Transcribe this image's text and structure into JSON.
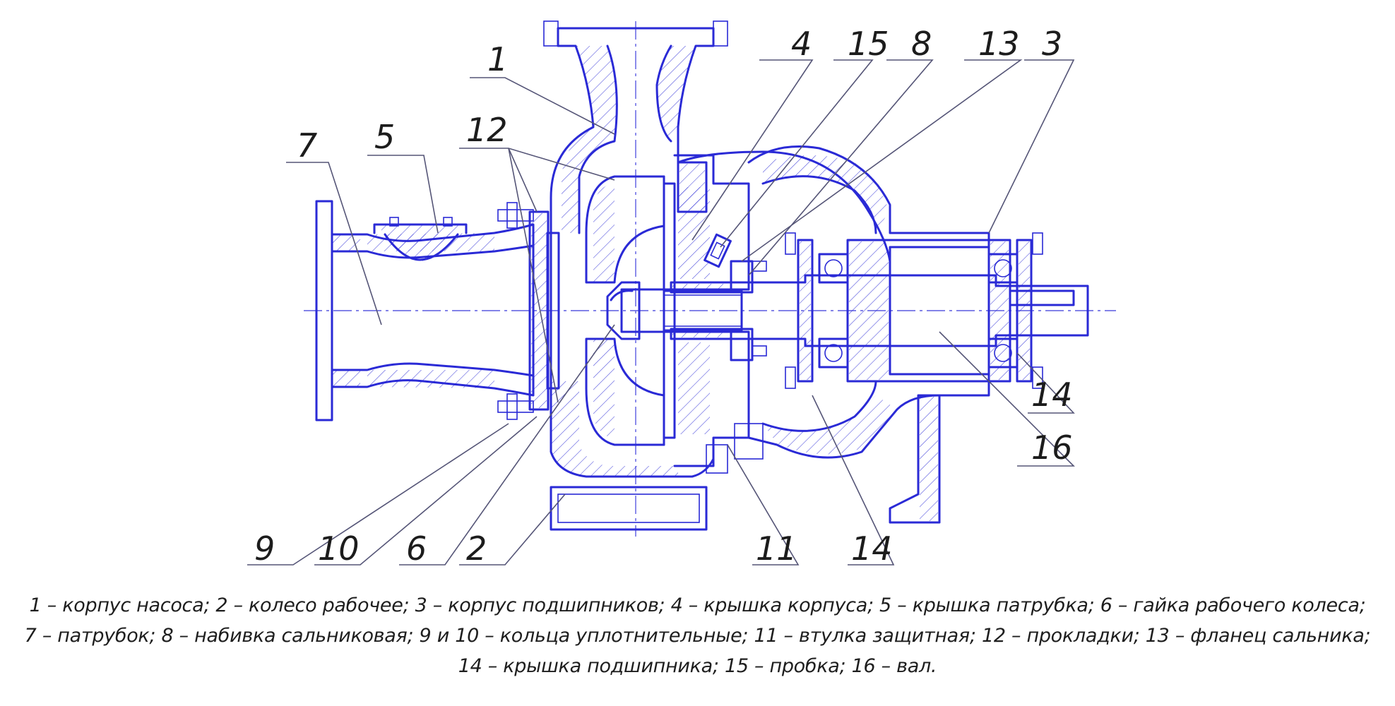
{
  "callouts": {
    "c1": "1",
    "c2": "2",
    "c3": "3",
    "c4": "4",
    "c5": "5",
    "c6": "6",
    "c7": "7",
    "c8": "8",
    "c9": "9",
    "c10": "10",
    "c11": "11",
    "c12": "12",
    "c13": "13",
    "c14a": "14",
    "c14b": "14",
    "c15": "15",
    "c16": "16"
  },
  "legend": {
    "line1": "1 – корпус насоса; 2 – колесо рабочее; 3 – корпус подшипников; 4 – крышка корпуса; 5 – крышка патрубка; 6 – гайка рабочего колеса;",
    "line2": "7 – патрубок; 8 – набивка сальниковая; 9 и 10 – кольца уплотнительные; 11 – втулка защитная; 12 – прокладки; 13 – фланец сальника;",
    "line3": "14 – крышка подшипника; 15 – пробка; 16 – вал."
  },
  "colors": {
    "line": "#2a2ad6",
    "text": "#1e1e1e"
  }
}
